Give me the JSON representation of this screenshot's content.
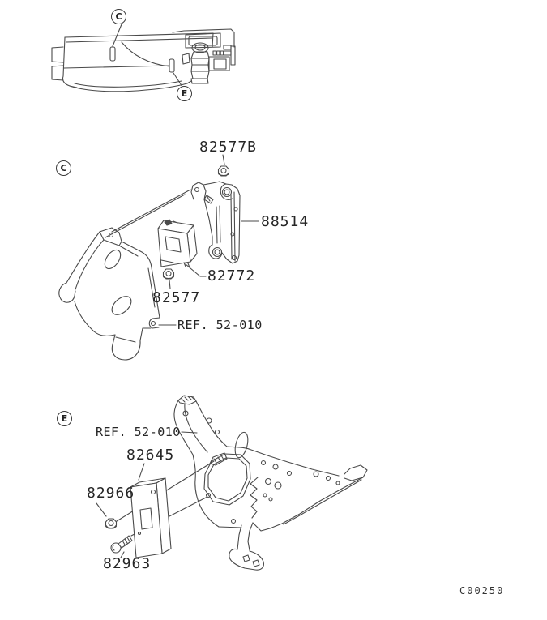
{
  "drawing_code": "C00250",
  "line_color": "#4a4a4a",
  "overview": {
    "description-icon": "instrument-panel-line-drawing",
    "callouts": [
      {
        "label": "C"
      },
      {
        "label": "E"
      }
    ]
  },
  "sections": [
    {
      "callout": "C",
      "parts": [
        {
          "number": "82577B",
          "shape": "nut-icon"
        },
        {
          "number": "88514",
          "shape": "bracket-plate-icon"
        },
        {
          "number": "82772",
          "shape": "control-unit-box-icon"
        },
        {
          "number": "82577",
          "shape": "nut-icon"
        },
        {
          "number": "REF. 52-010",
          "shape": "mounting-bracket-icon"
        }
      ]
    },
    {
      "callout": "E",
      "parts": [
        {
          "number": "REF. 52-010",
          "shape": "mounting-bracket-icon"
        },
        {
          "number": "82645",
          "shape": "control-unit-box-icon"
        },
        {
          "number": "82966",
          "shape": "nut-icon"
        },
        {
          "number": "82963",
          "shape": "bolt-icon"
        }
      ]
    }
  ]
}
